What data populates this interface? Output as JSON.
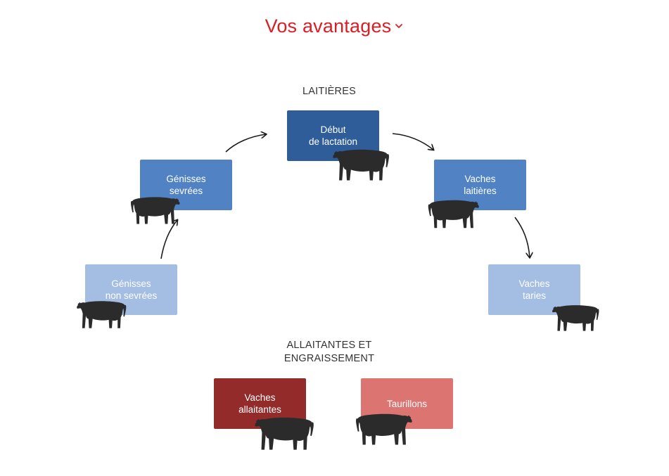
{
  "title": {
    "label": "Vos avantages",
    "icon": "chevron-down-icon"
  },
  "sections": {
    "dairy_label": "LAITIÈRES",
    "beef_label": "ALLAITANTES ET\nENGRAISSEMENT"
  },
  "dairy_cycle": [
    {
      "id": "genisses-non-sevrees",
      "label": "Génisses\nnon sevrées",
      "color": "#a3bde3"
    },
    {
      "id": "genisses-sevrees",
      "label": "Génisses\nsevrées",
      "color": "#5082c4"
    },
    {
      "id": "debut-lactation",
      "label": "Début\nde lactation",
      "color": "#2e5d9a"
    },
    {
      "id": "vaches-laitieres",
      "label": "Vaches\nlaitières",
      "color": "#5082c4"
    },
    {
      "id": "vaches-taries",
      "label": "Vaches\ntaries",
      "color": "#a3bde3"
    }
  ],
  "beef": [
    {
      "id": "vaches-allaitantes",
      "label": "Vaches\nallaitantes",
      "color": "#932b2b"
    },
    {
      "id": "taurillons",
      "label": "Taurillons",
      "color": "#dc7472"
    }
  ],
  "colors": {
    "title": "#d81f26",
    "cow": "#2b2b2b",
    "arrow": "#1a1a1a"
  }
}
